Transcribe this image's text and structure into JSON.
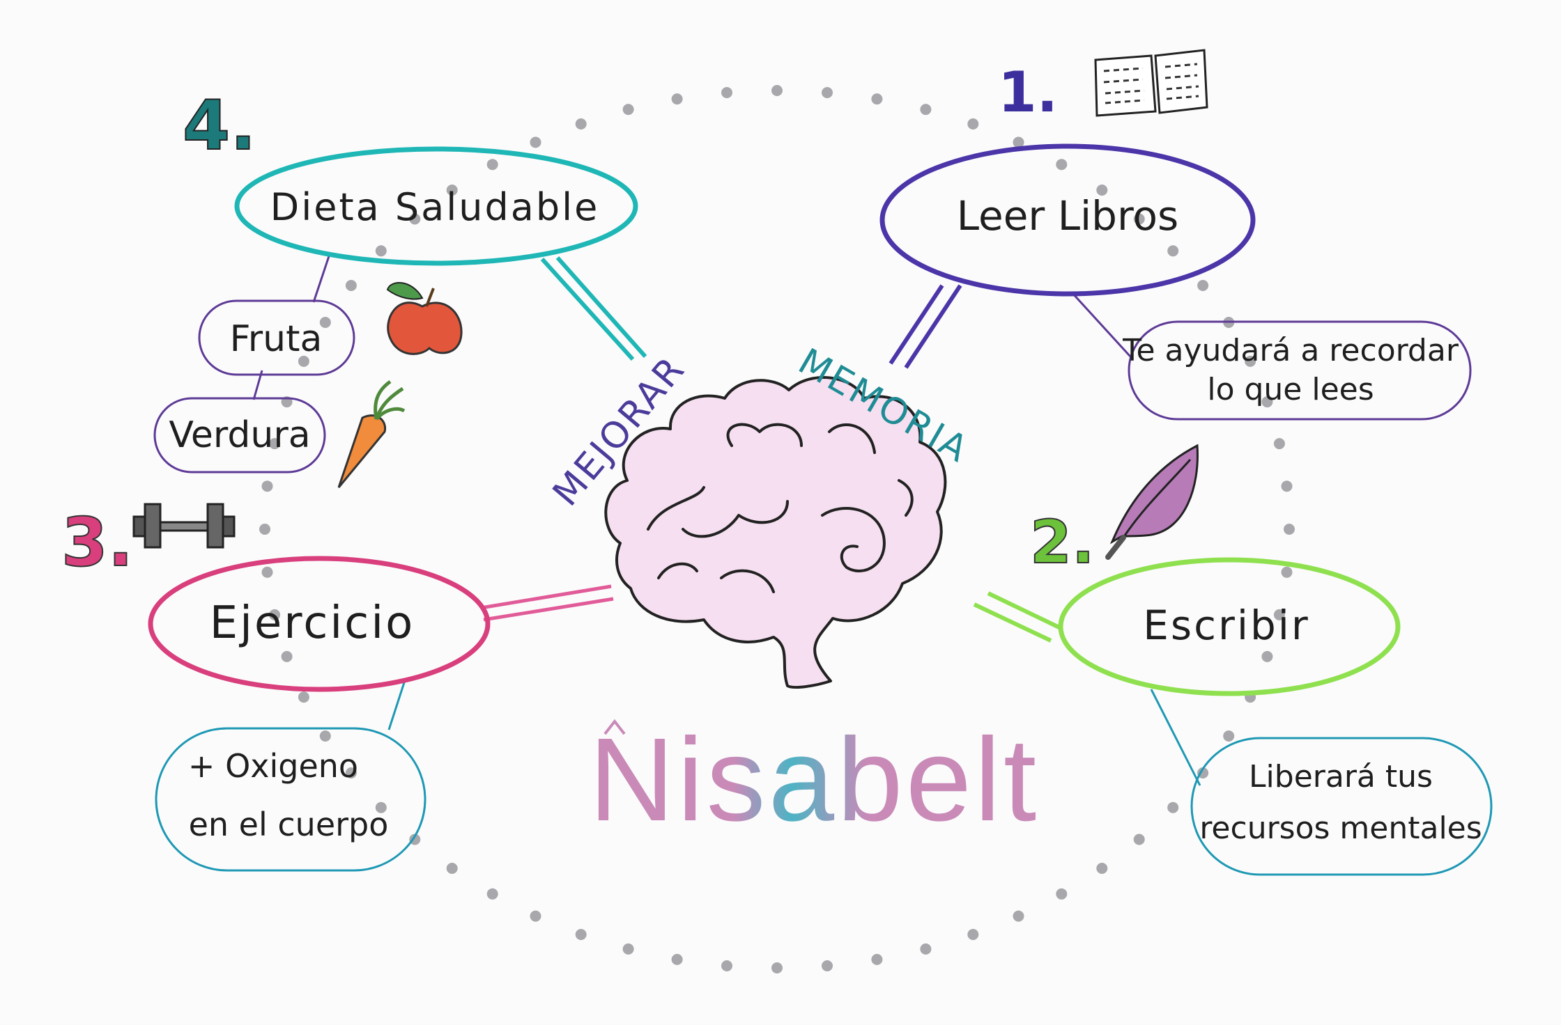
{
  "center": {
    "title_left": "MEJORAR",
    "title_right": "MEMORIA",
    "signature": "Nisabelt"
  },
  "branches": [
    {
      "number": "1.",
      "title": "Leer Libros",
      "note_lines": [
        "Te ayudará a recordar",
        "lo que lees"
      ],
      "color": "#4b35a8",
      "icon": "open-book-icon"
    },
    {
      "number": "2.",
      "title": "Escribir",
      "note_lines": [
        "Liberará tus",
        "recursos mentales"
      ],
      "color": "#8fe04f",
      "icon": "feather-quill-icon"
    },
    {
      "number": "3.",
      "title": "Ejercicio",
      "note_lines": [
        "+ Oxigeno",
        "en el cuerpo"
      ],
      "color": "#d83f7c",
      "icon": "dumbbell-icon"
    },
    {
      "number": "4.",
      "title": "Dieta Saludable",
      "sub_items": [
        "Fruta",
        "Verdura"
      ],
      "color": "#1fb6b6",
      "icon": "apple-icon"
    }
  ],
  "colors": {
    "brain_fill": "#f6dff0",
    "title_left": "#4b3b9a",
    "title_right": "#1f8c95",
    "signature_pink": "#c98ab8",
    "signature_teal": "#4eb3c4",
    "dots": "#a8a8ac",
    "sub_item_border": "#5d3a96",
    "note_teal_border": "#1e98b4"
  }
}
